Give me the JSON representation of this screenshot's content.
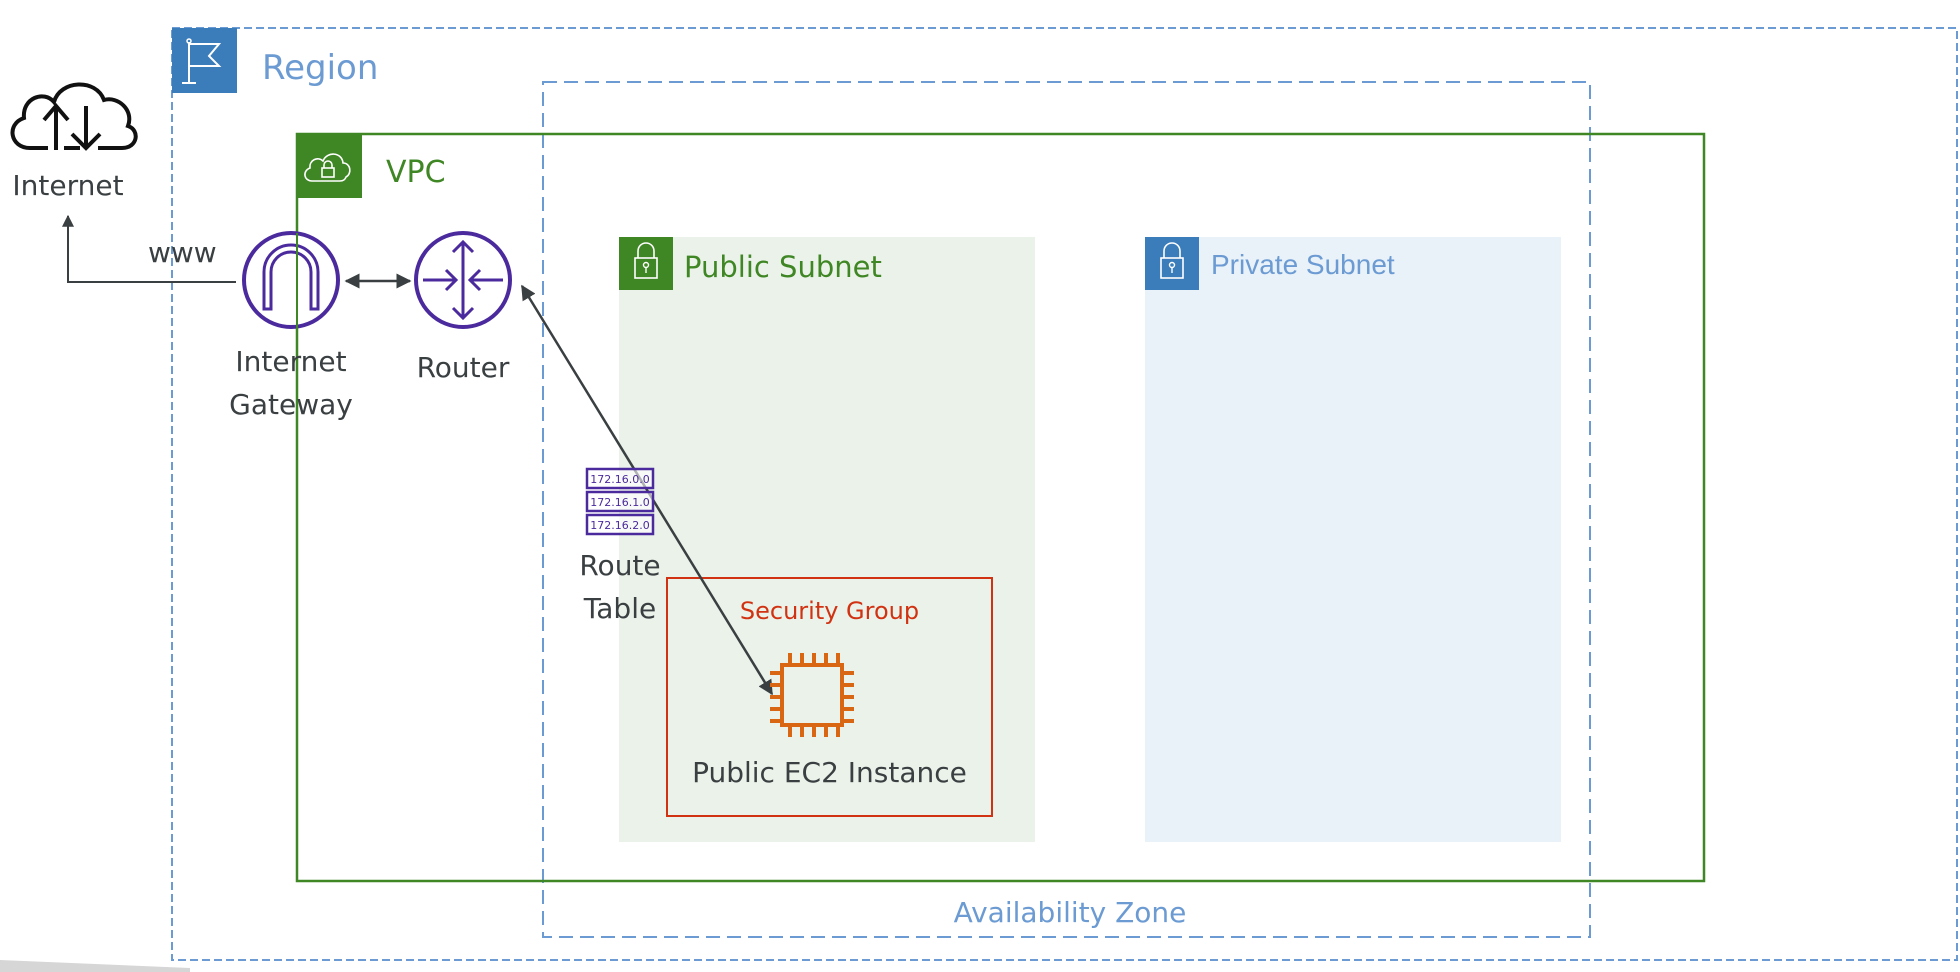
{
  "colors": {
    "region": "#6b9bd2",
    "region_icon_bg": "#3a7dba",
    "vpc": "#3f8624",
    "public_subnet_bg": "#ebf2e9",
    "private_subnet_bg": "#e9f1f9",
    "private_subnet_icon_bg": "#3a7dba",
    "security_group": "#d13212",
    "network_icons": "#4b2a9e",
    "ec2": "#d86613",
    "arrows": "#3a3f42"
  },
  "groups": {
    "region": {
      "label": "Region",
      "icon": "flag-icon"
    },
    "vpc": {
      "label": "VPC",
      "icon": "cloud-lock-icon"
    },
    "availability_zone": {
      "label": "Availability Zone"
    },
    "public_subnet": {
      "label": "Public Subnet",
      "icon": "padlock-icon"
    },
    "private_subnet": {
      "label": "Private Subnet",
      "icon": "padlock-icon"
    },
    "security_group": {
      "label": "Security Group"
    }
  },
  "nodes": {
    "internet": {
      "label": "Internet",
      "icon": "cloud-upload-download-icon"
    },
    "internet_gateway": {
      "label_line1": "Internet",
      "label_line2": "Gateway",
      "icon": "internet-gateway-icon"
    },
    "router": {
      "label": "Router",
      "icon": "router-icon"
    },
    "route_table": {
      "label_line1": "Route",
      "label_line2": "Table",
      "icon": "route-table-icon",
      "entries": [
        "172.16.0.0",
        "172.16.1.0",
        "172.16.2.0"
      ]
    },
    "ec2": {
      "label": "Public EC2 Instance",
      "icon": "ec2-chip-icon"
    }
  },
  "connections": [
    {
      "from": "internet_gateway",
      "to": "internet",
      "label": "www"
    },
    {
      "from": "internet_gateway",
      "to": "router",
      "label": "",
      "bidirectional": true
    },
    {
      "from": "router",
      "to": "ec2",
      "label": "",
      "bidirectional": true
    }
  ]
}
